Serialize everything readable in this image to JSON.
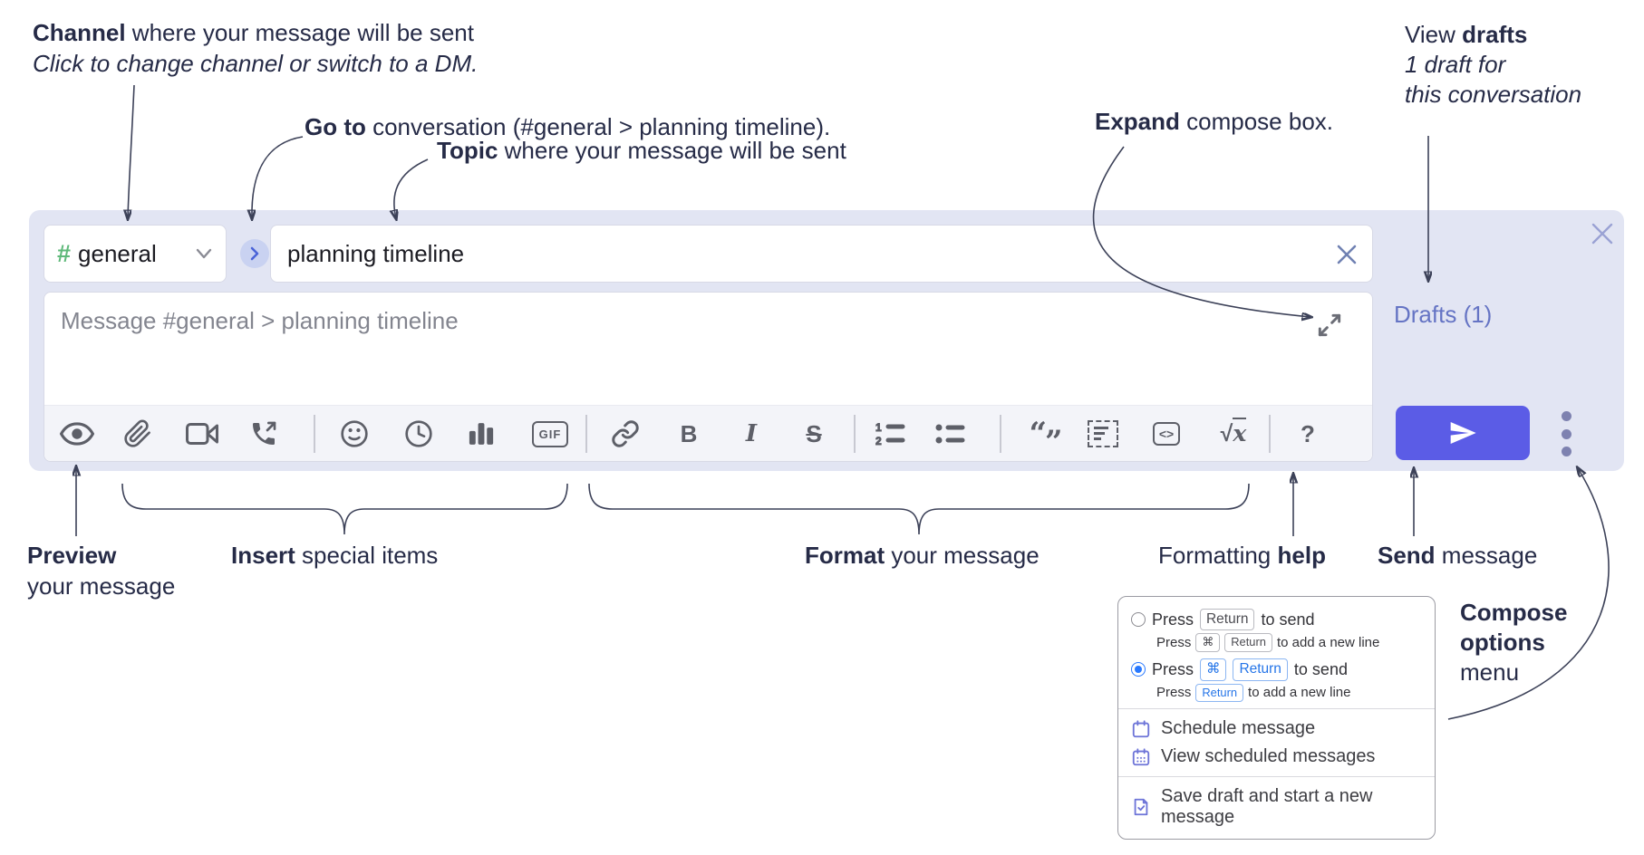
{
  "annotations": {
    "channel": {
      "bold": "Channel",
      "rest": " where your message will be sent",
      "sub": "Click to change channel or switch to a DM."
    },
    "goto": {
      "bold": "Go to",
      "rest": " conversation (#general > planning timeline)."
    },
    "topic": {
      "bold": "Topic",
      "rest": " where your message will be sent"
    },
    "expand": {
      "bold": "Expand",
      "rest": " compose box."
    },
    "drafts": {
      "pre": "View ",
      "bold": "drafts",
      "line2": "1 draft for",
      "line3": "this conversation"
    },
    "preview": {
      "bold": "Preview",
      "line2": "your message"
    },
    "insert": {
      "bold": "Insert",
      "rest": " special items"
    },
    "format": {
      "bold": "Format",
      "rest": " your message"
    },
    "help": {
      "pre": "Formatting ",
      "bold": "help"
    },
    "send": {
      "bold": "Send",
      "rest": " message"
    },
    "compose_options": {
      "bold1": "Compose",
      "bold2": "options",
      "rest": "menu"
    }
  },
  "compose": {
    "channel_hash": "#",
    "channel_name": "general",
    "topic_value": "planning timeline",
    "message_placeholder": "Message #general > planning timeline",
    "drafts_link": "Drafts (1)",
    "gif_label": "GIF",
    "bold_label": "B",
    "italic_label": "I",
    "strike_label": "S",
    "quote_open": "“",
    "quote_close": "”",
    "math_sqrt": "√",
    "math_x": "x",
    "help_label": "?",
    "toolbar_icon_names": [
      "preview-eye",
      "attach-paperclip",
      "video-call",
      "voice-call",
      "emoji-smiley",
      "time-clock",
      "poll-chart",
      "gif",
      "link",
      "bold",
      "italic",
      "strikethrough",
      "numbered-list",
      "bulleted-list",
      "quote",
      "spoiler",
      "code",
      "math",
      "help"
    ]
  },
  "menu": {
    "option1": {
      "press": "Press",
      "key1": "Return",
      "tail": "to send",
      "sub_press": "Press",
      "sub_key1": "⌘",
      "sub_key2": "Return",
      "sub_tail": "to add a new line"
    },
    "option2": {
      "press": "Press",
      "key1": "⌘",
      "key2": "Return",
      "tail": "to send",
      "sub_press": "Press",
      "sub_key1": "Return",
      "sub_tail": "to add a new line"
    },
    "items": [
      {
        "label": "Schedule message"
      },
      {
        "label": "View scheduled messages"
      },
      {
        "label": "Save draft and start a new message"
      }
    ]
  },
  "colors": {
    "compose_bg": "#e2e5f3",
    "send_button": "#5b5ce6",
    "drafts_link": "#6574c4",
    "hash_green": "#5fb97a",
    "selected_radio_blue": "#2979ff",
    "kbd_blue": "#2575e8",
    "annotation_text": "#262b47",
    "toolbar_icon": "#5d5f68"
  }
}
